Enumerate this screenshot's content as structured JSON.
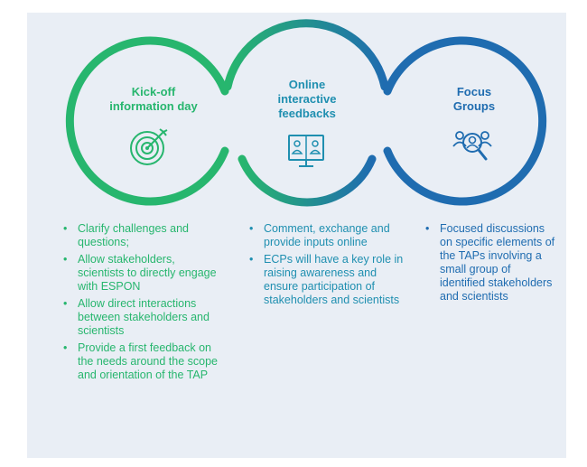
{
  "colors": {
    "green": "#27b66e",
    "teal": "#2499b8",
    "blue": "#1f6cb0",
    "panel": "#e9eef5"
  },
  "stages": [
    {
      "title_lines": [
        "Kick-off",
        "information day"
      ],
      "icon": "target-icon"
    },
    {
      "title_lines": [
        "Online",
        "interactive",
        "feedbacks"
      ],
      "icon": "video-conference-icon"
    },
    {
      "title_lines": [
        "Focus",
        "Groups"
      ],
      "icon": "group-search-icon"
    }
  ],
  "columns": [
    {
      "bullet": "•",
      "items": [
        "Clarify challenges and questions;",
        "Allow stakeholders, scientists to directly engage with ESPON",
        "Allow direct interactions between stakeholders and scientists",
        "Provide a first feedback on the needs around the scope and orientation of the TAP"
      ]
    },
    {
      "bullet": "•",
      "items": [
        "Comment, exchange and provide inputs online",
        "ECPs will have a key role in raising awareness and ensure participation of stakeholders and scientists"
      ]
    },
    {
      "bullet": "•",
      "items": [
        "Focused discussions on specific elements of the TAPs involving a small group of identified stakeholders and scientists"
      ]
    }
  ]
}
